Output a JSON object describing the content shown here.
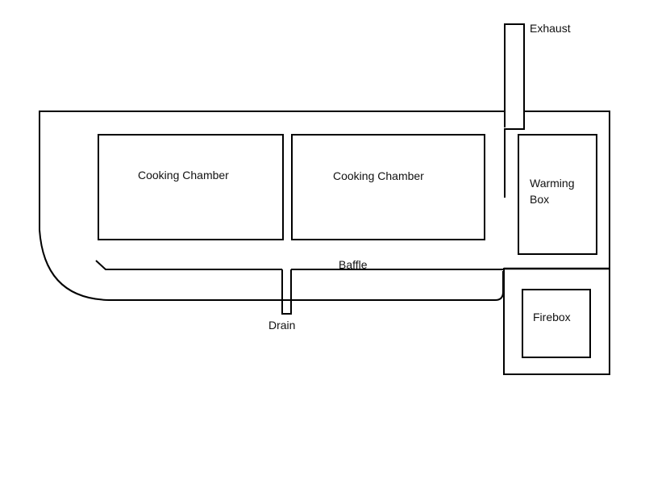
{
  "diagram": {
    "title": "Smoker layout",
    "colors": {
      "line": "#000000",
      "background": "#ffffff",
      "text": "#111111"
    },
    "labels": {
      "exhaust": "Exhaust",
      "cooking_chamber_1": "Cooking Chamber",
      "cooking_chamber_2": "Cooking Chamber",
      "warming_box_line1": "Warming",
      "warming_box_line2": "Box",
      "baffle": "Baffle",
      "drain": "Drain",
      "firebox": "Firebox"
    },
    "components": [
      {
        "id": "exhaust",
        "label": "Exhaust",
        "type": "stack"
      },
      {
        "id": "cooking-chamber-1",
        "label": "Cooking Chamber",
        "type": "chamber"
      },
      {
        "id": "cooking-chamber-2",
        "label": "Cooking Chamber",
        "type": "chamber"
      },
      {
        "id": "warming-box",
        "label": "Warming Box",
        "type": "chamber"
      },
      {
        "id": "baffle",
        "label": "Baffle",
        "type": "plate"
      },
      {
        "id": "drain",
        "label": "Drain",
        "type": "pipe"
      },
      {
        "id": "firebox",
        "label": "Firebox",
        "type": "chamber"
      }
    ]
  }
}
